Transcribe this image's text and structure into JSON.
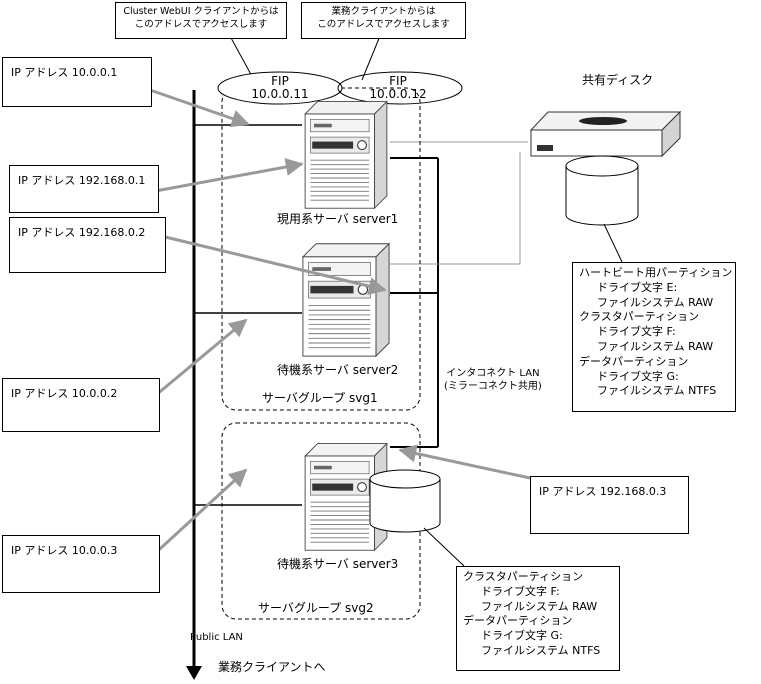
{
  "callouts": {
    "webui": {
      "line1": "Cluster WebUI クライアントからは",
      "line2": "このアドレスでアクセスします"
    },
    "business": {
      "line1": "業務クライアントからは",
      "line2": "このアドレスでアクセスします"
    }
  },
  "fips": [
    {
      "label": "FIP",
      "address": "10.0.0.11"
    },
    {
      "label": "FIP",
      "address": "10.0.0.12"
    }
  ],
  "ip_labels": {
    "public_server1": "IP アドレス  10.0.0.1",
    "interconnect_server1": "IP アドレス  192.168.0.1",
    "interconnect_server2": "IP アドレス  192.168.0.2",
    "public_server2": "IP アドレス  10.0.0.2",
    "public_server3": "IP アドレス  10.0.0.3",
    "interconnect_server3": "IP アドレス  192.168.0.3"
  },
  "servers": {
    "server1": "現用系サーバ server1",
    "server2": "待機系サーバ server2",
    "server3": "待機系サーバ server3"
  },
  "groups": {
    "svg1": "サーバグループ  svg1",
    "svg2": "サーバグループ  svg2"
  },
  "shared_disk": {
    "title": "共有ディスク",
    "lines": [
      "ハートビート用パーティション",
      "ドライブ文字  E:",
      "ファイルシステム  RAW",
      "クラスタパーティション",
      "ドライブ文字  F:",
      "ファイルシステム  RAW",
      "データパーティション",
      "ドライブ文字  G:",
      "ファイルシステム  NTFS"
    ]
  },
  "local_disk": {
    "lines": [
      "クラスタパーティション",
      "ドライブ文字  F:",
      "ファイルシステム  RAW",
      "データパーティション",
      "ドライブ文字  G:",
      "ファイルシステム  NTFS"
    ]
  },
  "interconnect": {
    "line1": "インタコネクト LAN",
    "line2": "(ミラーコネクト共用)"
  },
  "public_lan": "Public LAN",
  "business_clients": "業務クライアントへ"
}
